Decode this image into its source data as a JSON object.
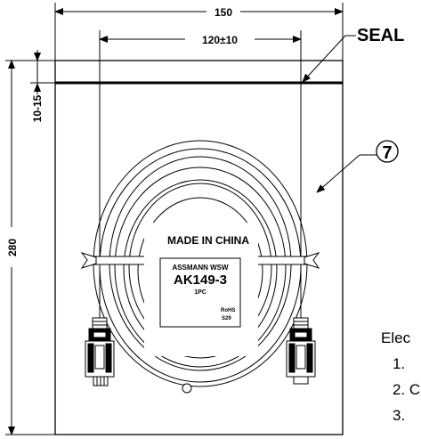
{
  "dimensions": {
    "width": "150",
    "inner_width": "120±10",
    "seal_offset": "10-15",
    "height": "280"
  },
  "callouts": {
    "seal": "SEAL",
    "item_number": "7"
  },
  "label": {
    "origin": "MADE IN CHINA",
    "brand": "ASSMANN WSW",
    "part_number": "AK149-3",
    "quantity": "1PC",
    "rohs_line1": "RoHS",
    "rohs_line2": "S29"
  },
  "notes": {
    "heading": "Elec",
    "items": [
      "1.",
      "2. C",
      "3."
    ]
  }
}
